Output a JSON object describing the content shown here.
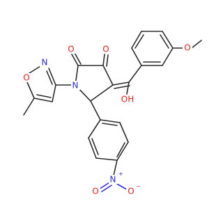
{
  "diagram": {
    "type": "chemical-structure",
    "atom_labels": {
      "o_keto1": "O",
      "o_keto2": "O",
      "n_pyrrolidine": "N",
      "n_isoxazole": "N",
      "o_isoxazole": "O",
      "o_methoxy": "O",
      "hydroxyl": "OH",
      "n_nitro": "N",
      "n_nitro_charge": "+",
      "o_nitro_left": "O",
      "o_nitro_right": "O",
      "o_nitro_right_charge": "−"
    },
    "colors": {
      "carbon_bond": "#2b2b2b",
      "oxygen": "#ff1a1a",
      "nitrogen": "#2b2bff",
      "background": "#ffffff"
    }
  }
}
